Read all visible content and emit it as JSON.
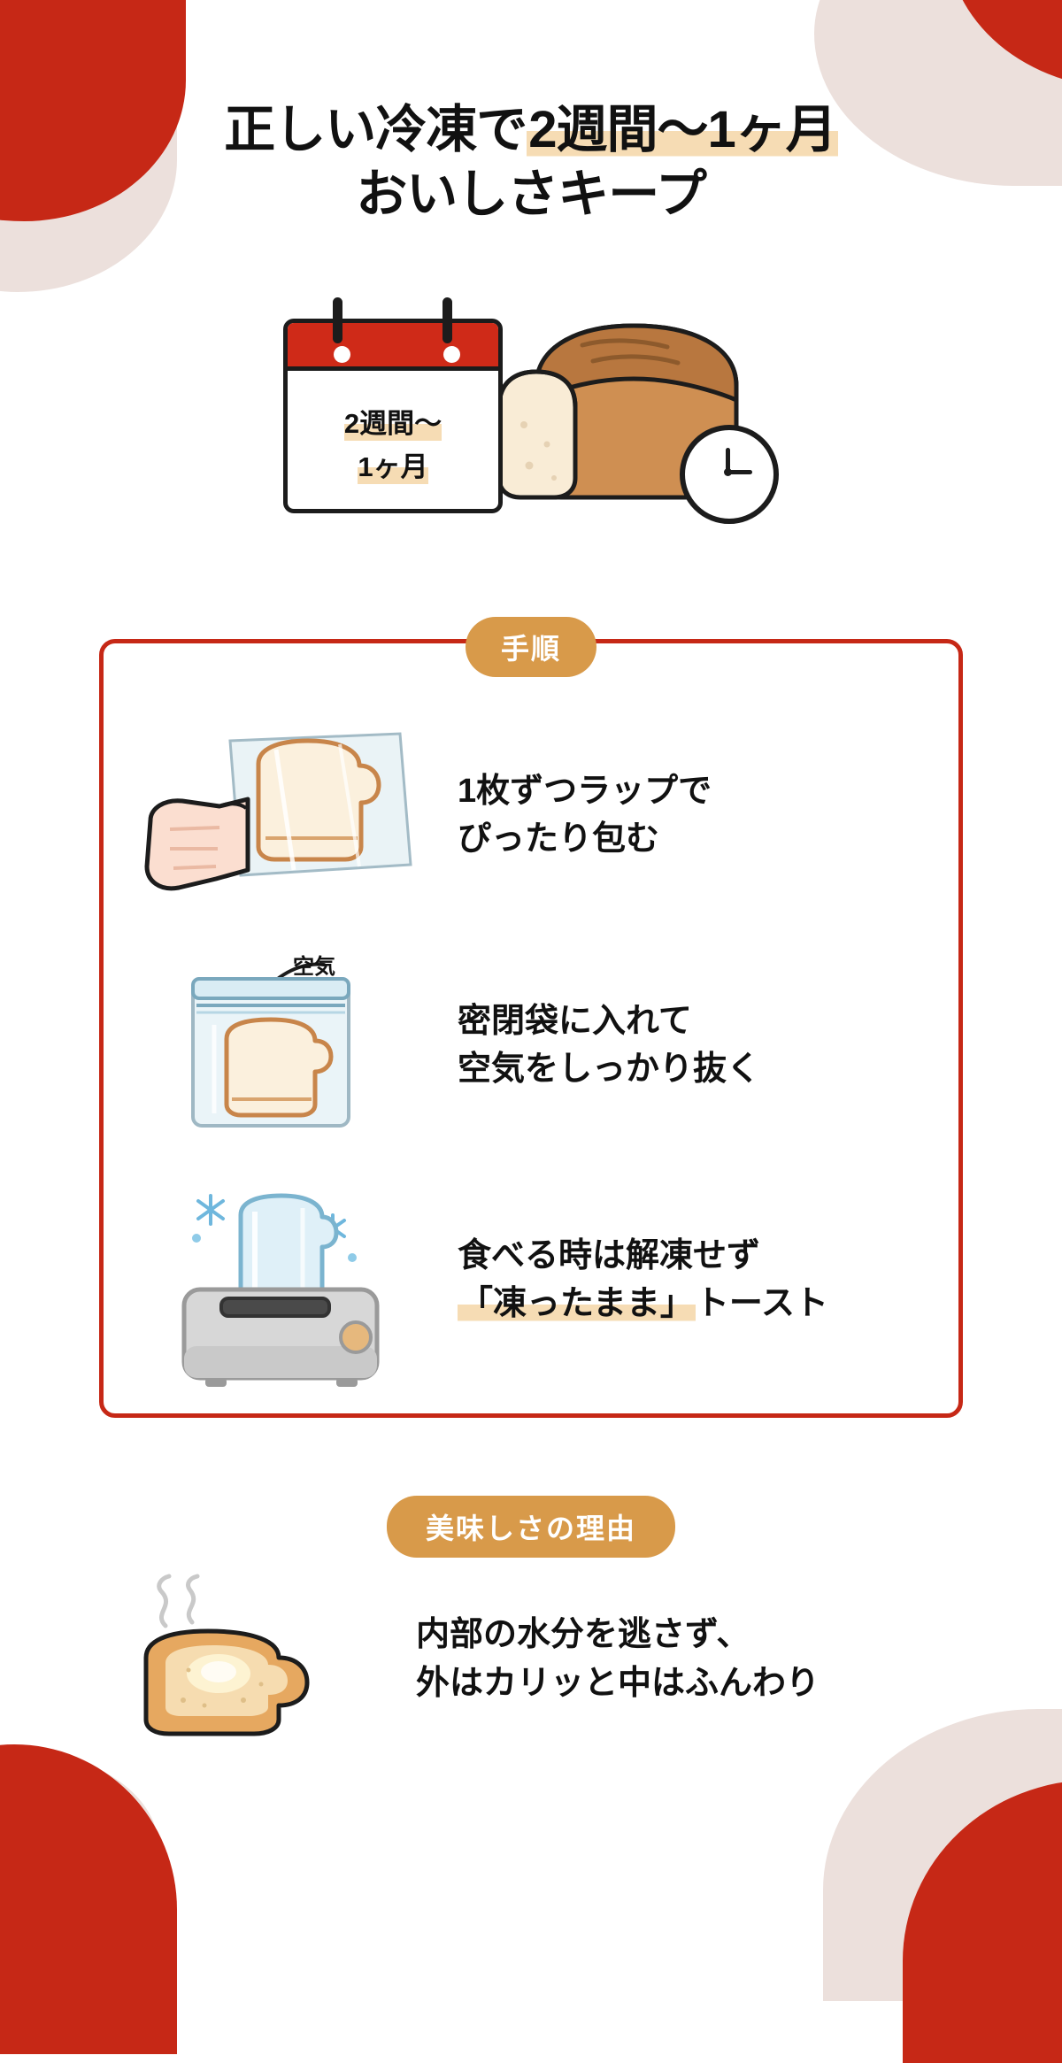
{
  "title": {
    "line1_pre": "正しい冷凍で",
    "line1_hl": "2週間〜1ヶ月",
    "line2": "おいしさキープ"
  },
  "hero": {
    "calendar_line1": "2週間〜",
    "calendar_line2": "1ヶ月",
    "bread_icon": "bread-loaf-icon",
    "clock_icon": "clock-icon"
  },
  "steps_section": {
    "badge": "手順",
    "items": [
      {
        "figure": "hand-wrapping-bread-slice-in-plastic-wrap",
        "line1": "1枚ずつラップで",
        "line2": "ぴったり包む",
        "annotation": ""
      },
      {
        "figure": "bread-slice-in-sealed-zipper-bag",
        "line1": "密閉袋に入れて",
        "line2": "空気をしっかり抜く",
        "annotation": "空気"
      },
      {
        "figure": "frozen-bread-slice-in-toaster",
        "line1": "食べる時は解凍せず",
        "line2_hl": "「凍ったまま」",
        "line2_rest": "トースト",
        "annotation": ""
      }
    ]
  },
  "reason_section": {
    "badge": "美味しさの理由",
    "figure": "toasted-bread-with-butter-and-steam",
    "line1": "内部の水分を逃さず、",
    "line2": "外はカリッと中はふんわり"
  },
  "colors": {
    "accent_red": "#c62816",
    "badge_orange": "#d89a4a",
    "highlight_beige": "#f6dcb4",
    "blob_beige": "#ece0dc",
    "text_dark": "#111111",
    "bread_crust": "#c8854a",
    "bread_crumb": "#f7e7cf"
  }
}
